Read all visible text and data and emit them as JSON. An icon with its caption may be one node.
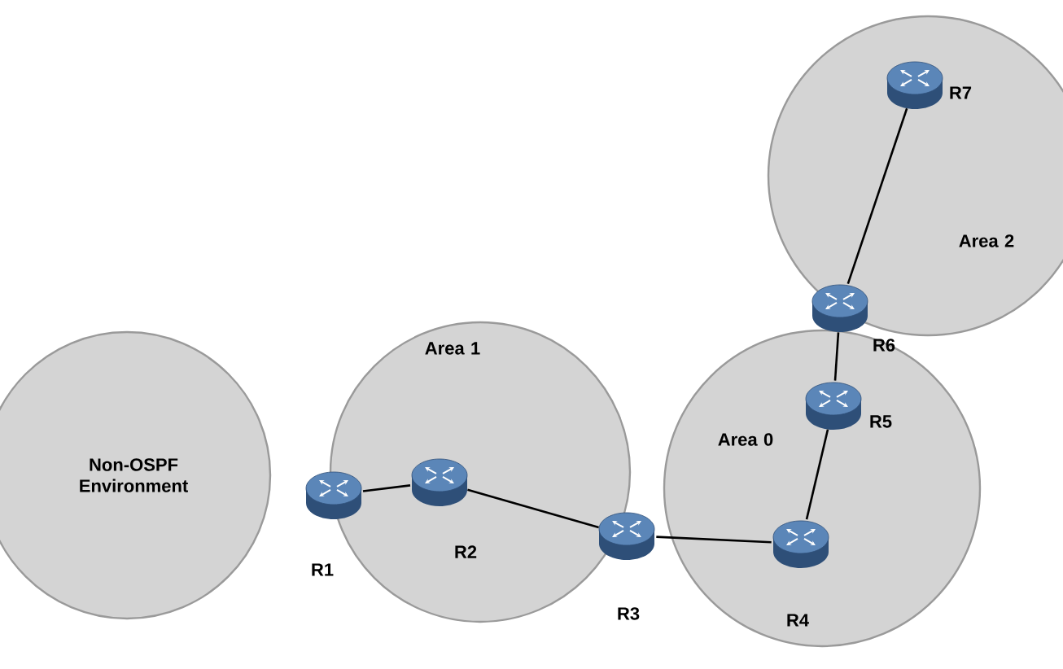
{
  "diagram": {
    "nodes": [
      {
        "text": [
          "Non-OSPF Environment"
        ]
      },
      {
        "text": [
          "Area 1"
        ]
      },
      {
        "text": [
          "Area 0"
        ]
      },
      {
        "text": [
          "Area 2"
        ]
      },
      {
        "text": [],
        "shape": "cylinder",
        "beside": [
          "R1"
        ]
      },
      {
        "text": [],
        "shape": "cylinder",
        "beside": [
          "R2"
        ],
        "in": 1
      },
      {
        "text": [],
        "shape": "cylinder",
        "beside": [
          "R3"
        ]
      },
      {
        "text": [],
        "shape": "cylinder",
        "beside": [
          "R4"
        ],
        "in": 2
      },
      {
        "text": [],
        "shape": "cylinder",
        "beside": [
          "R5"
        ],
        "in": 2
      },
      {
        "text": [],
        "shape": "cylinder",
        "beside": [
          "R6"
        ]
      },
      {
        "text": [],
        "shape": "cylinder",
        "beside": [
          "R7"
        ],
        "in": 3
      }
    ],
    "edges": [
      {
        "from": 4,
        "to": 5,
        "arrow": "none"
      },
      {
        "from": 5,
        "to": 6,
        "arrow": "none"
      },
      {
        "from": 6,
        "to": 7,
        "arrow": "none"
      },
      {
        "from": 7,
        "to": 8,
        "arrow": "none"
      },
      {
        "from": 8,
        "to": 9,
        "arrow": "none"
      },
      {
        "from": 9,
        "to": 10,
        "arrow": "none"
      }
    ]
  }
}
